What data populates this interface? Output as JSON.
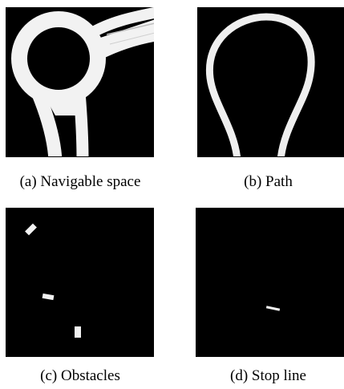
{
  "figure": {
    "panels": [
      {
        "id": "a",
        "caption": "(a) Navigable space"
      },
      {
        "id": "b",
        "caption": "(b) Path"
      },
      {
        "id": "c",
        "caption": "(c) Obstacles"
      },
      {
        "id": "d",
        "caption": "(d) Stop line"
      }
    ]
  }
}
